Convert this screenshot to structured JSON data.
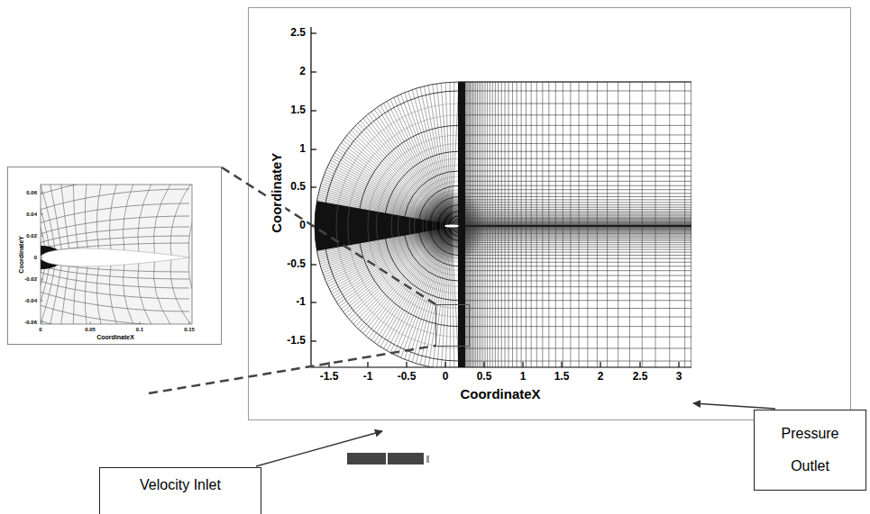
{
  "diagram": {
    "nodes": [
      {
        "text": [
          "Velocity Inlet"
        ]
      },
      {
        "text": [
          "Pressure Outlet"
        ]
      }
    ],
    "labels": [
      "0.06",
      "0.04",
      "0.02",
      "0",
      "-0.02",
      "-0.04",
      "-0.06",
      "CoordinateY",
      "0",
      "0.05",
      "0.1",
      "0.15",
      "CoordinateX",
      "2.5",
      "2",
      "1.5",
      "1",
      "0.5",
      "0",
      "-0.5",
      "-1",
      "-1.5",
      "CoordinateY",
      "-1.5",
      "-1",
      "-0.5",
      "0",
      "0.5",
      "1",
      "1.5",
      "2",
      "2.5",
      "3",
      "CoordinateX"
    ]
  }
}
